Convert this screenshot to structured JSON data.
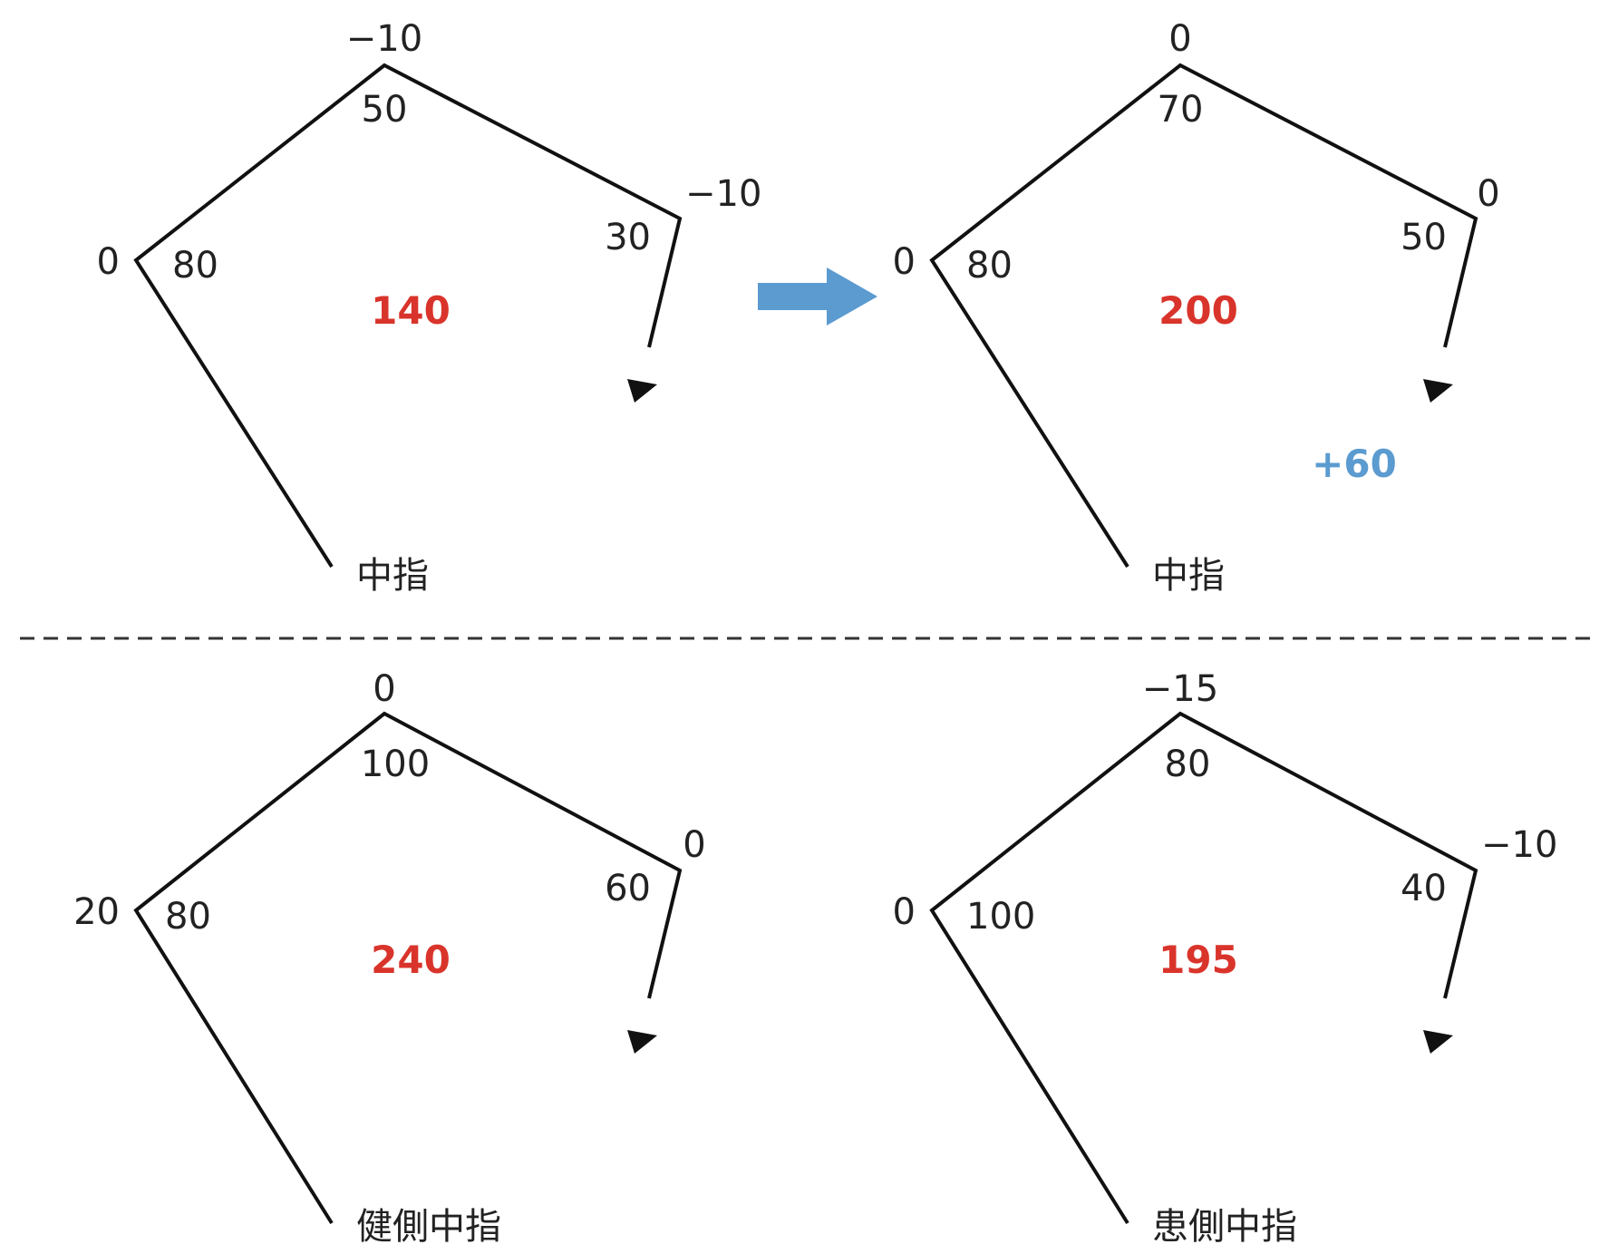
{
  "colors": {
    "line": "#111111",
    "text": "#222222",
    "total": "#d9342b",
    "arrow": "#5b9bd0",
    "change": "#5b9bd0",
    "divider": "#333333"
  },
  "diagrams": [
    {
      "id": "top-left",
      "title": "中指",
      "ext": {
        "mp": "0",
        "pip": "−10",
        "dip": "−10"
      },
      "flex": {
        "mp": "80",
        "pip": "50",
        "dip": "30"
      },
      "total": "140"
    },
    {
      "id": "top-right",
      "title": "中指",
      "ext": {
        "mp": "0",
        "pip": "0",
        "dip": "0"
      },
      "flex": {
        "mp": "80",
        "pip": "70",
        "dip": "50"
      },
      "total": "200",
      "change": "+60"
    },
    {
      "id": "bottom-left",
      "title": "健側中指",
      "ext": {
        "mp": "20",
        "pip": "0",
        "dip": "0"
      },
      "flex": {
        "mp": "80",
        "pip": "100",
        "dip": "60"
      },
      "total": "240"
    },
    {
      "id": "bottom-right",
      "title": "患側中指",
      "ext": {
        "mp": "0",
        "pip": "−15",
        "dip": "−10"
      },
      "flex": {
        "mp": "100",
        "pip": "80",
        "dip": "40"
      },
      "total": "195"
    }
  ],
  "transition_arrow": "right-arrow-icon"
}
